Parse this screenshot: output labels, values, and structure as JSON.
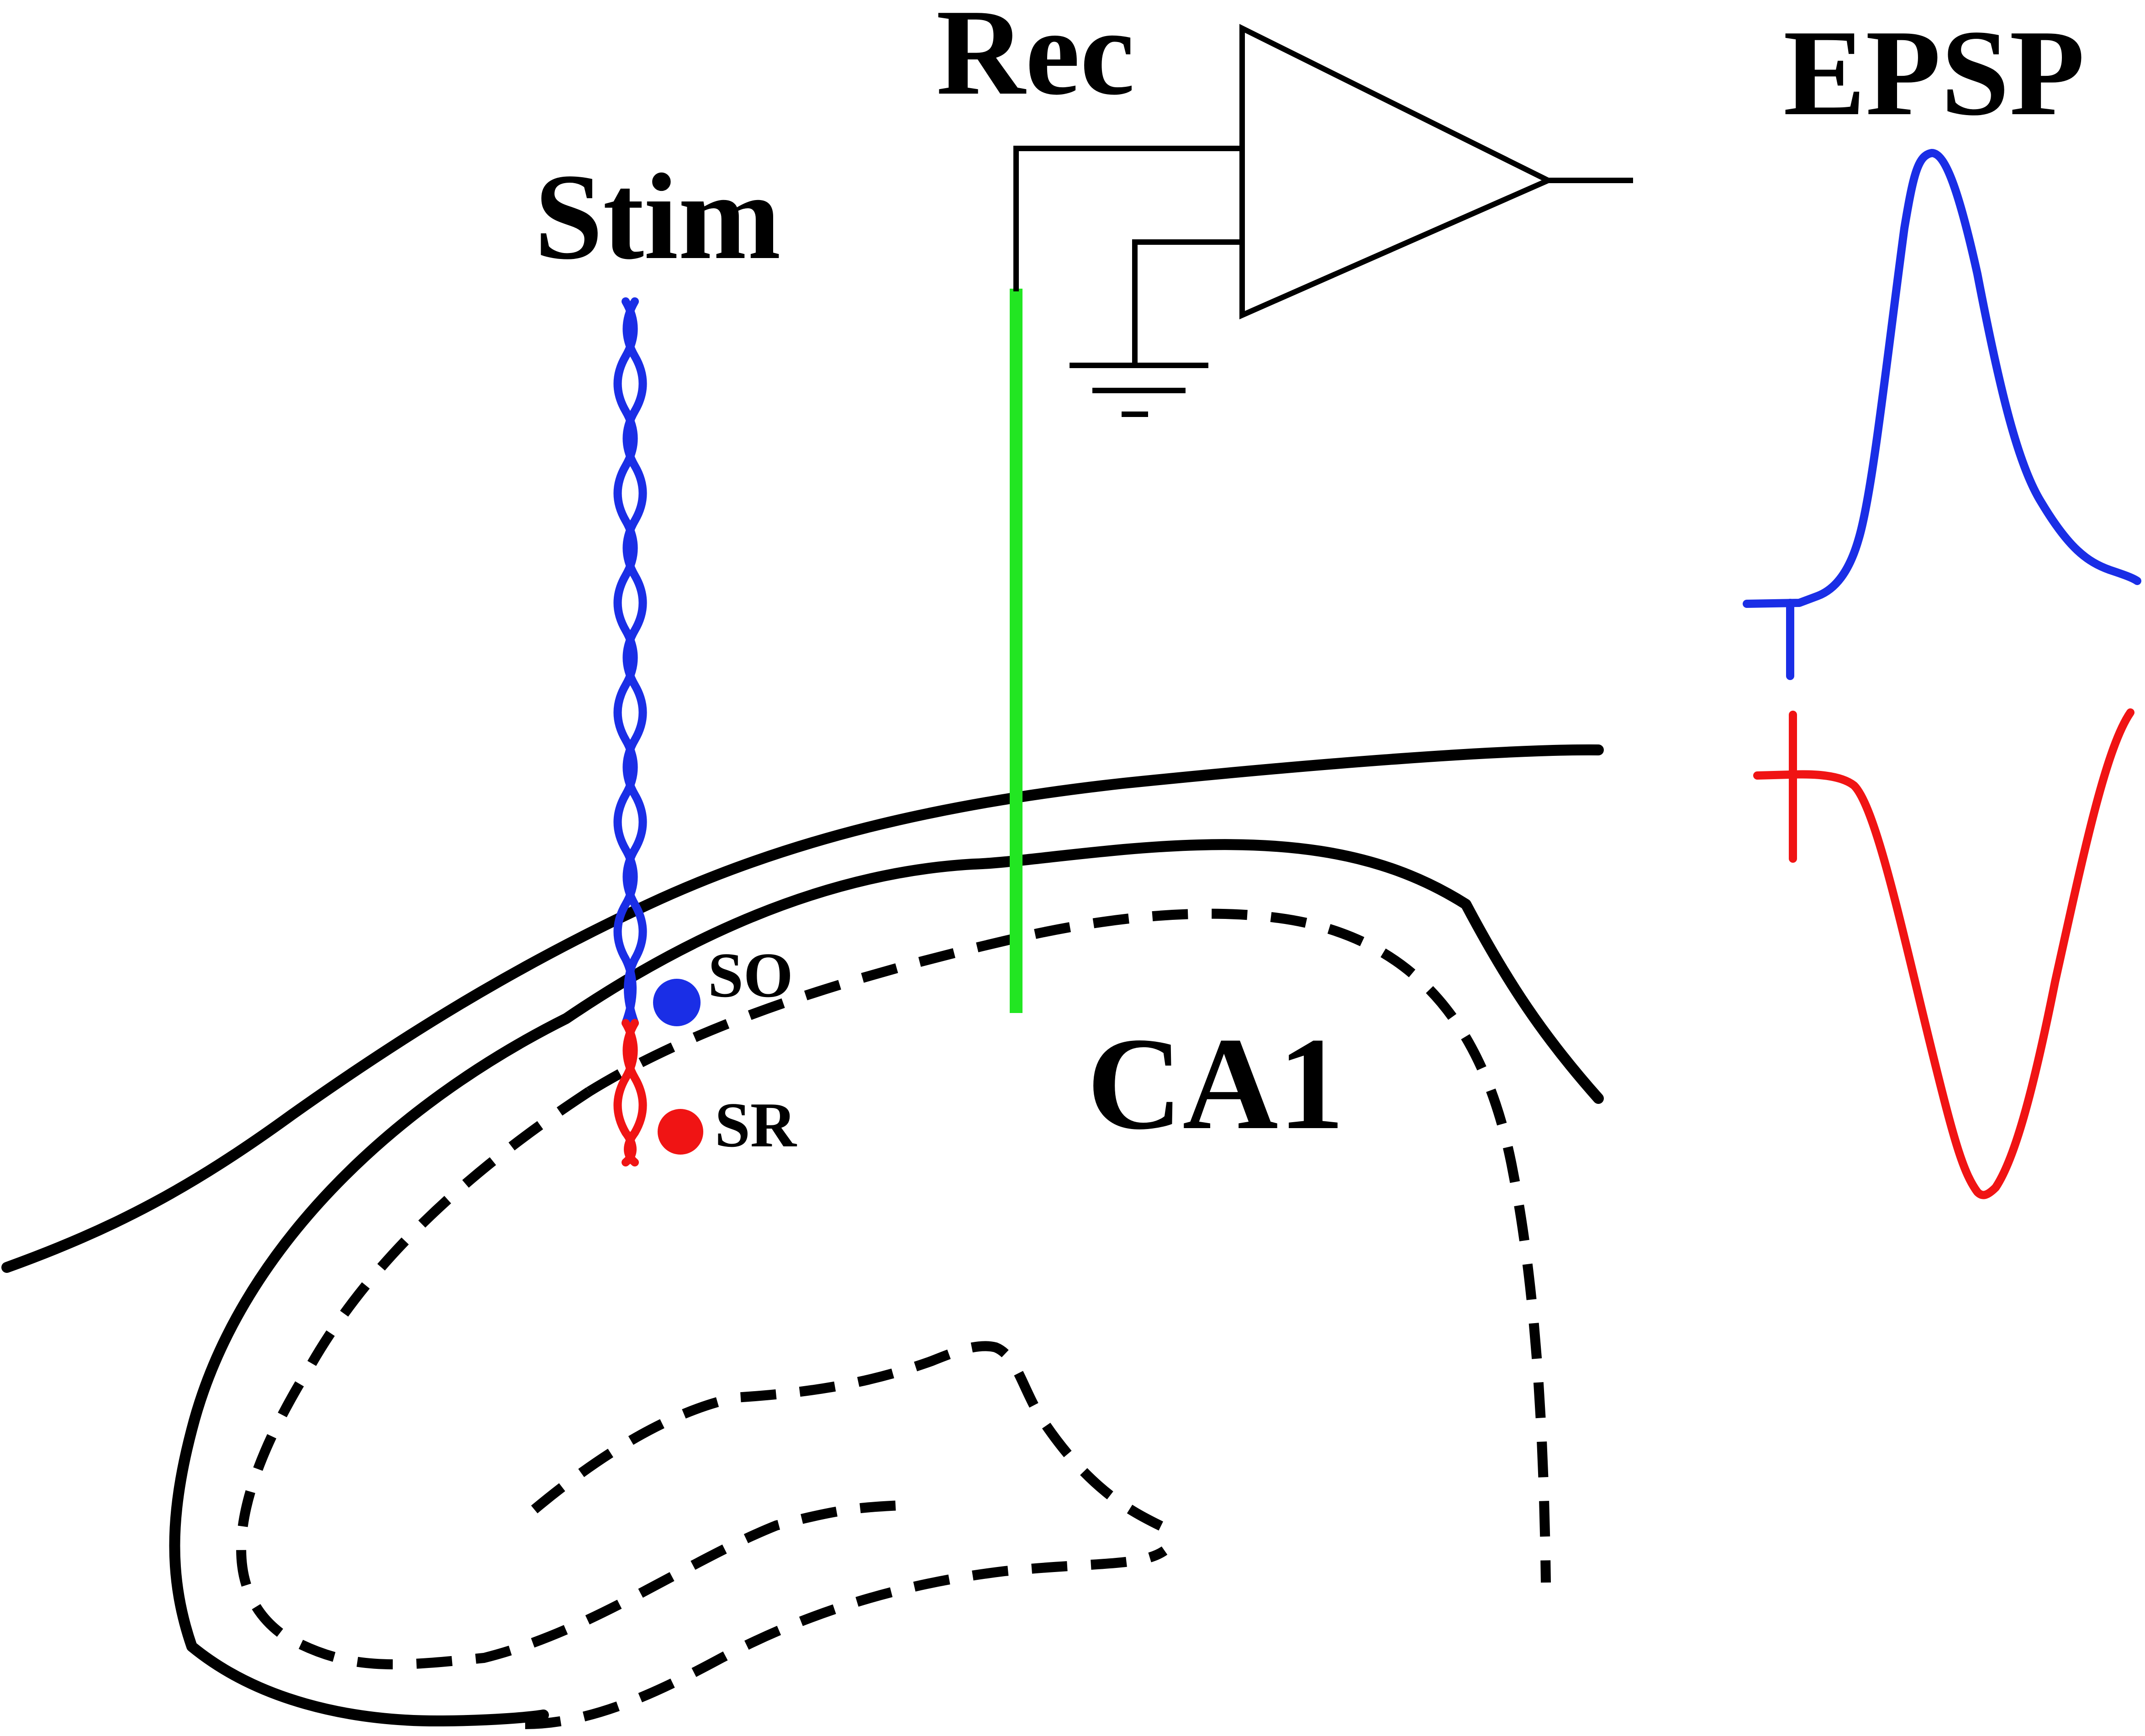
{
  "labels": {
    "stim": "Stim",
    "rec": "Rec",
    "epsp": "EPSP",
    "so": "SO",
    "sr": "SR",
    "ca1": "CA1"
  },
  "colors": {
    "so": "#1a2ee6",
    "sr": "#f01414",
    "recording_electrode": "#22e622",
    "outline": "#000000"
  },
  "icons": {
    "amplifier": "amplifier-triangle-icon",
    "ground": "ground-symbol-icon",
    "stim_electrode": "twisted-bipolar-electrode-icon"
  }
}
